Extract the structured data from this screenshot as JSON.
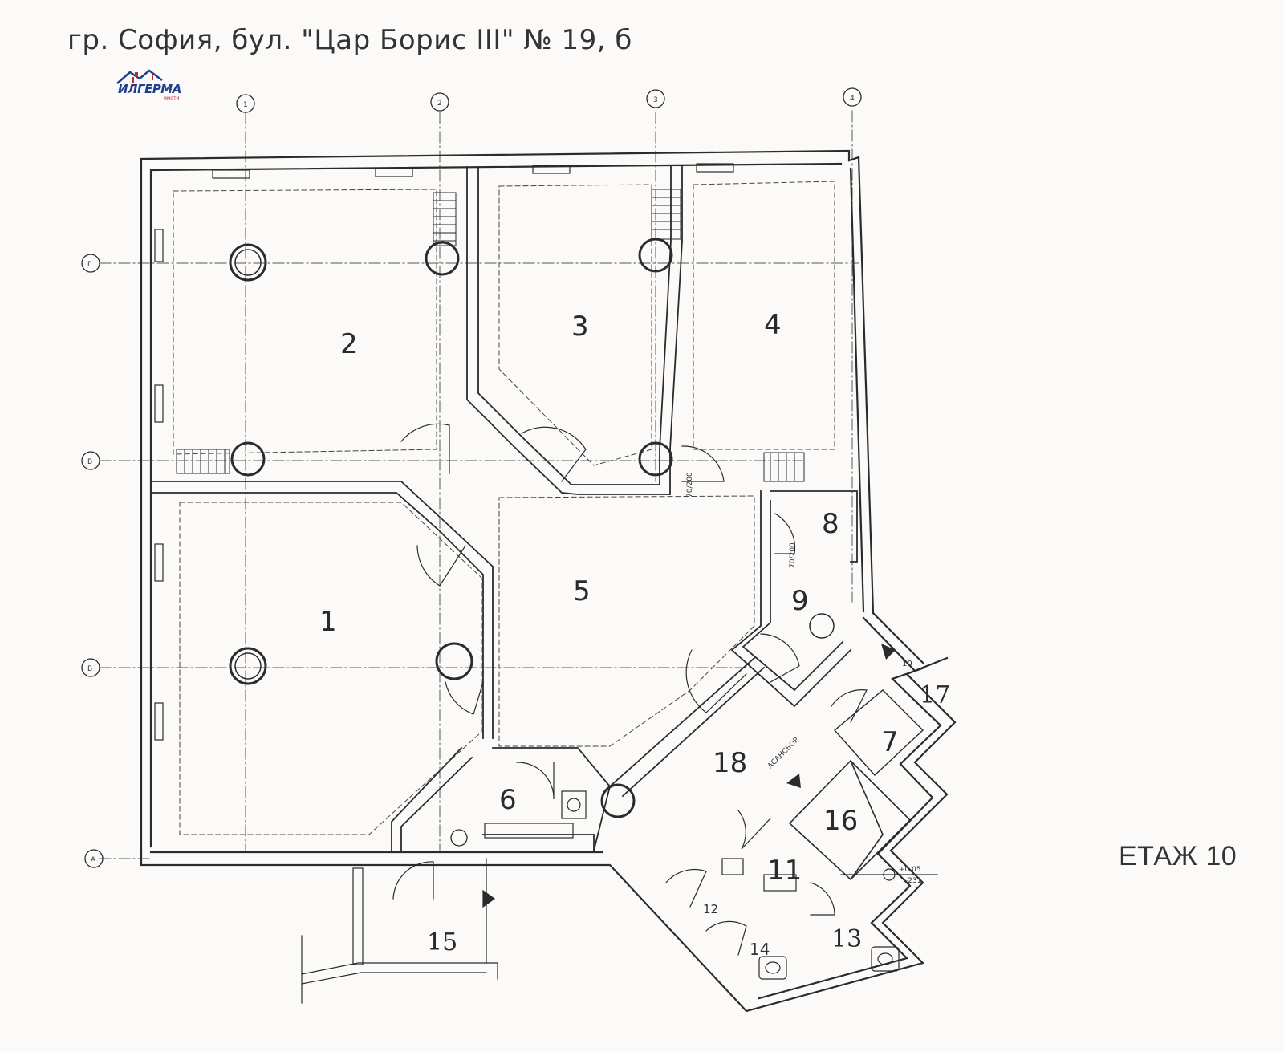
{
  "header": {
    "address": "гр. София, бул. \"Цар Борис III\" № 19, б"
  },
  "logo": {
    "name": "ИЛГЕРМА",
    "sub": "имоти"
  },
  "floor_label": "ЕТАЖ 10",
  "axes": {
    "vertical": [
      "1",
      "2",
      "3",
      "4"
    ],
    "horizontal": [
      "Г",
      "В",
      "Б",
      "А"
    ]
  },
  "rooms": [
    "1",
    "2",
    "3",
    "4",
    "5",
    "6",
    "7",
    "8",
    "9",
    "10",
    "11",
    "12",
    "13",
    "14",
    "15",
    "16",
    "17",
    "18"
  ],
  "labels": {
    "elevator": "АСАНСЬОР",
    "door_70_200": "70/200",
    "level_top": "+0.05",
    "level_bottom": "-231"
  },
  "colors": {
    "line": "#2b2b2b",
    "paper": "#fbfaf8",
    "logo_blue": "#1d3f8e",
    "logo_red": "#c42b2b"
  }
}
